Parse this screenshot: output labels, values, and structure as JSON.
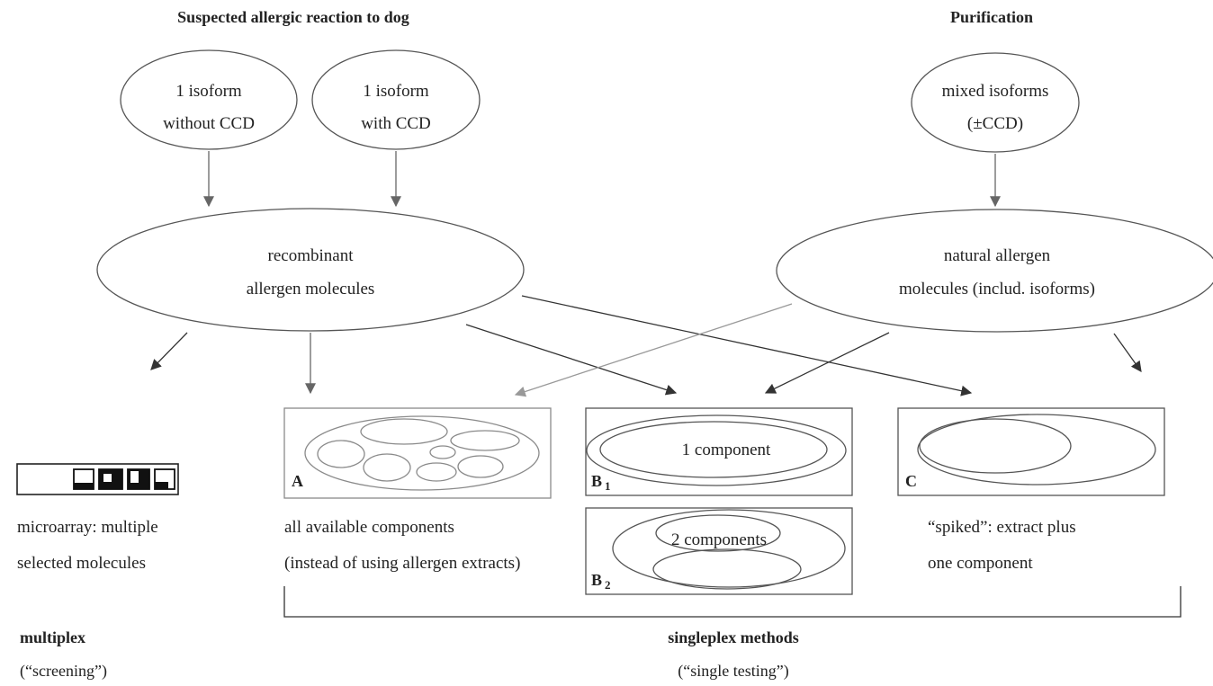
{
  "headers": {
    "left": "Suspected allergic reaction to dog",
    "right": "Purification"
  },
  "sources": {
    "isoform_without_ccd": [
      "1 isoform",
      "without CCD"
    ],
    "isoform_with_ccd": [
      "1 isoform",
      "with CCD"
    ],
    "mixed_isoforms": [
      "mixed isoforms",
      "(±CCD)"
    ]
  },
  "molecules": {
    "recombinant": [
      "recombinant",
      "allergen molecules"
    ],
    "natural": [
      "natural allergen",
      "molecules (includ. isoforms)"
    ]
  },
  "boxes": {
    "a_label": "A",
    "b1_label": "B",
    "b1_sub": "1",
    "b1_text": "1 component",
    "b2_label": "B",
    "b2_sub": "2",
    "b2_text": "2 components",
    "c_label": "C"
  },
  "captions": {
    "microarray": [
      "microarray: multiple",
      "selected molecules"
    ],
    "all_components": [
      "all available components",
      "(instead of using allergen extracts)"
    ],
    "spiked": [
      "“spiked”: extract plus",
      "one component"
    ]
  },
  "methods": {
    "multiplex": "multiplex",
    "multiplex_sub": "(“screening”)",
    "singleplex": "singleplex methods",
    "singleplex_sub": "(“single testing”)"
  }
}
